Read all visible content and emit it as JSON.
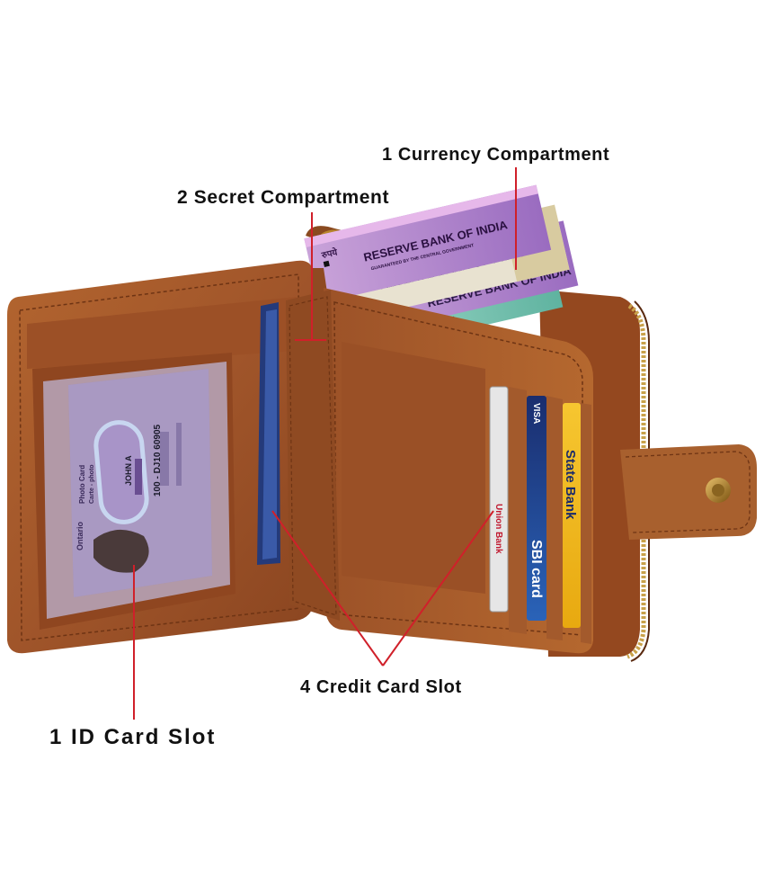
{
  "labels": {
    "currency": "1 Currency Compartment",
    "secret": "2 Secret Compartment",
    "credit": "4 Credit Card Slot",
    "id_card": "1 ID Card Slot"
  },
  "banknotes": {
    "issuer": "RESERVE BANK OF INDIA",
    "guarantee": "GUARANTEED BY THE CENTRAL GOVERNMENT",
    "hindi": "रुपये"
  },
  "id_card": {
    "province": "Ontario",
    "card_type": "Photo Card",
    "card_type_fr": "Carte - photo",
    "name": "JOHN A",
    "number": "100 - DJ10 60905"
  },
  "cards": {
    "sbi": "SBI card",
    "visa": "VISA",
    "state_bank": "State Bank",
    "union_bank": "Union Bank"
  },
  "colors": {
    "leather": "#a5582a",
    "leather_dark": "#7a3d18",
    "leader_line": "#d0202a",
    "label_text": "#111111"
  }
}
